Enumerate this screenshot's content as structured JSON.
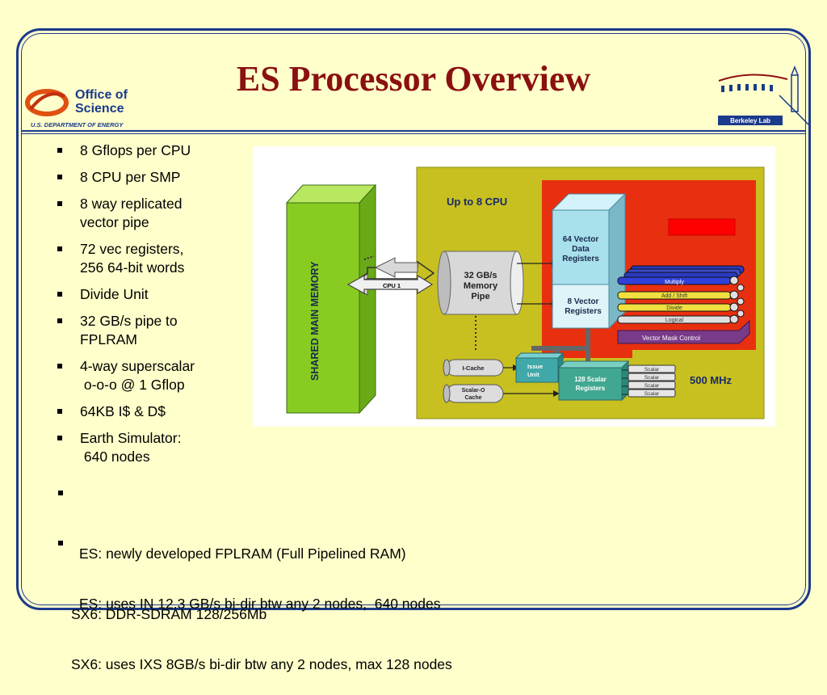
{
  "slide": {
    "title": "ES Processor Overview"
  },
  "logos": {
    "office": {
      "line1": "Office of",
      "line2": "Science",
      "sub": "U.S. DEPARTMENT OF ENERGY"
    },
    "berkeley": {
      "label": "Berkeley Lab"
    }
  },
  "bullets": [
    {
      "text": "8 Gflops per CPU"
    },
    {
      "text": "8 CPU per SMP"
    },
    {
      "text": "8 way replicated\nvector pipe"
    },
    {
      "text": "72 vec registers,\n256 64-bit words"
    },
    {
      "text": "Divide Unit"
    },
    {
      "text": "32 GB/s pipe to\nFPLRAM"
    },
    {
      "text": "4-way superscalar\n o-o-o @ 1 Gflop"
    },
    {
      "text": "64KB I$ & D$"
    },
    {
      "text": "Earth Simulator:\n 640 nodes"
    }
  ],
  "wide_bullets": [
    {
      "line1": "ES: newly developed FPLRAM (Full Pipelined RAM)",
      "line2": "SX6: DDR-SDRAM 128/256Mb"
    },
    {
      "line1": "ES: uses IN 12.3 GB/s bi-dir btw any 2 nodes,  640 nodes",
      "line2": "SX6: uses IXS 8GB/s bi-dir btw any 2 nodes, max 128 nodes"
    }
  ],
  "diagram": {
    "shared_memory": "SHARED MAIN MEMORY",
    "cpu_label": "CPU 1",
    "up_to": "Up to 8 CPU",
    "memory_pipe": [
      "32 GB/s",
      "Memory",
      "Pipe"
    ],
    "vector_data_registers": [
      "64 Vector",
      "Data",
      "Registers"
    ],
    "vector_registers": [
      "8 Vector",
      "Registers"
    ],
    "pipes": [
      "Multiply",
      "Add / Shift",
      "Divide",
      "Logical"
    ],
    "vector_mask": "Vector Mask Control",
    "icache": "I-Cache",
    "scalar_cache": [
      "Scalar-O",
      "Cache"
    ],
    "issue_unit": [
      "Issue",
      "Unit"
    ],
    "scalar_registers": [
      "128 Scalar",
      "Registers"
    ],
    "scalar_units": [
      "Scalar",
      "Scalar",
      "Scalar",
      "Scalar"
    ],
    "clock": "500 MHz"
  },
  "colors": {
    "background": "#ffffcc",
    "frame": "#1a3a8c",
    "title": "#8b1010",
    "board": "#c8c020",
    "cpu_red": "#e83010",
    "memory_green": "#88cc22",
    "vector_cyan": "#a8e0ec"
  }
}
